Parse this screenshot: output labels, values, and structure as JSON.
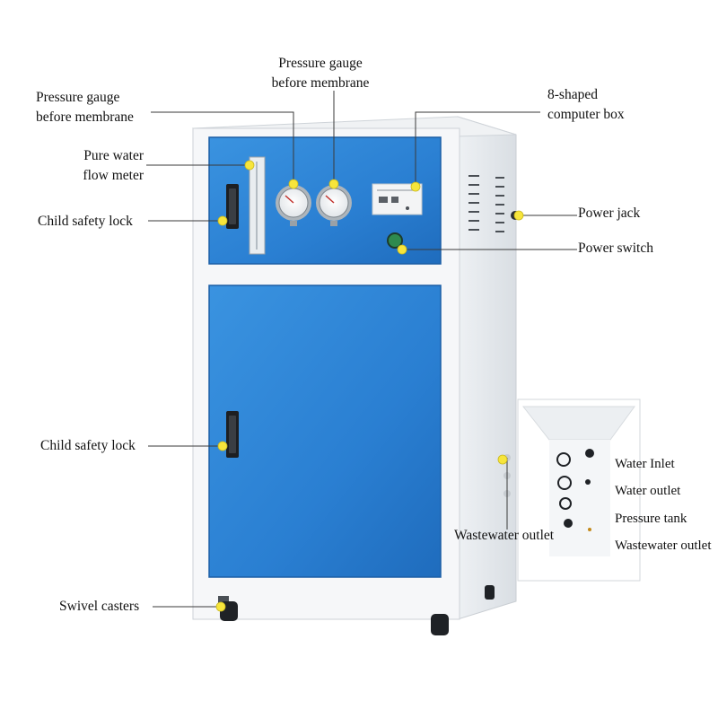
{
  "labels": {
    "gauge_top_line1": "Pressure gauge",
    "gauge_top_line2": "before membrane",
    "gauge_left_line1": "Pressure gauge",
    "gauge_left_line2": "before membrane",
    "flow_meter_line1": "Pure water",
    "flow_meter_line2": "flow meter",
    "safety_lock_upper": "Child safety lock",
    "safety_lock_lower": "Child safety lock",
    "computer_box_line1": "8-shaped",
    "computer_box_line2": "computer box",
    "power_jack": "Power jack",
    "power_switch": "Power switch",
    "wastewater_outlet_left": "Wastewater outlet",
    "water_inlet": "Water Inlet",
    "water_outlet": "Water outlet",
    "pressure_tank": "Pressure tank",
    "wastewater_outlet_right": "Wastewater outlet",
    "swivel_casters": "Swivel casters"
  },
  "colors": {
    "cabinet_white": "#f4f6f8",
    "panel_blue": "#2f86d8",
    "panel_blue_dark": "#1f6fc0",
    "marker_yellow": "#f7e53b",
    "leader_line": "#333333"
  }
}
